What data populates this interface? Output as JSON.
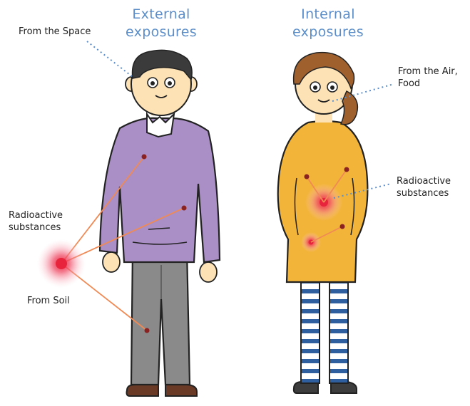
{
  "headings": {
    "external_line1": "External",
    "external_line2": "exposures",
    "internal_line1": "Internal",
    "internal_line2": "exposures"
  },
  "labels": {
    "from_space": "From the Space",
    "radioactive_left_1": "Radioactive",
    "radioactive_left_2": "substances",
    "from_soil": "From Soil",
    "from_air_1": "From the Air,",
    "from_air_2": "Food",
    "radioactive_right_1": "Radioactive",
    "radioactive_right_2": "substances"
  },
  "colors": {
    "heading": "#5b8ec9",
    "sweater": "#a98fc6",
    "trousers": "#8a8a8a",
    "dress": "#f3b43a",
    "hair_man": "#3b3b3b",
    "hair_woman": "#a0602e",
    "skin": "#fde2b5",
    "ray": "#f08a55",
    "source": "#e8243c",
    "stripes": "#2f5f9e",
    "shoes": "#6a3a26"
  }
}
